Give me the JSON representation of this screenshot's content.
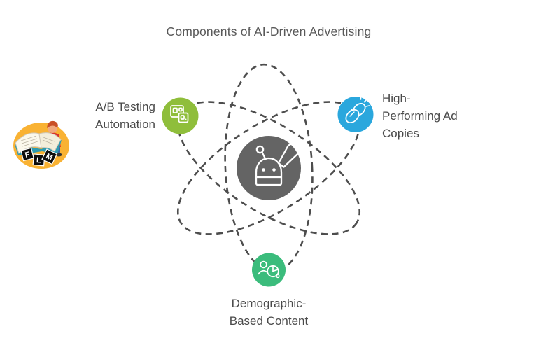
{
  "title": "Components of AI-Driven Advertising",
  "colors": {
    "background": "#ffffff",
    "orbit_dash": "#4d4d4d",
    "center_circle": "#646464",
    "icon_stroke": "#ffffff",
    "title_text": "#595959",
    "label_text": "#4a4a4a",
    "logo_blob_yellow": "#f9b233"
  },
  "diagram": {
    "center": {
      "icon": "ai-robot-megaphone-icon",
      "color": "#646464"
    },
    "nodes": [
      {
        "id": "ab-testing-automation",
        "label": "A/B Testing\nAutomation",
        "color": "#8fbe3b",
        "icon": "ab-test-variants-icon",
        "position": "top-left"
      },
      {
        "id": "high-performing-ad-copies",
        "label": "High-\nPerforming Ad\nCopies",
        "color": "#2aa7dd",
        "icon": "applause-hands-icon",
        "position": "top-right"
      },
      {
        "id": "demographic-based-content",
        "label": "Demographic-\nBased Content",
        "color": "#3bbc7c",
        "icon": "audience-pie-chart-icon",
        "position": "bottom"
      }
    ]
  },
  "logo": {
    "name": "flm-child-reading-book-logo",
    "letters": [
      "F",
      "L",
      "M"
    ]
  }
}
